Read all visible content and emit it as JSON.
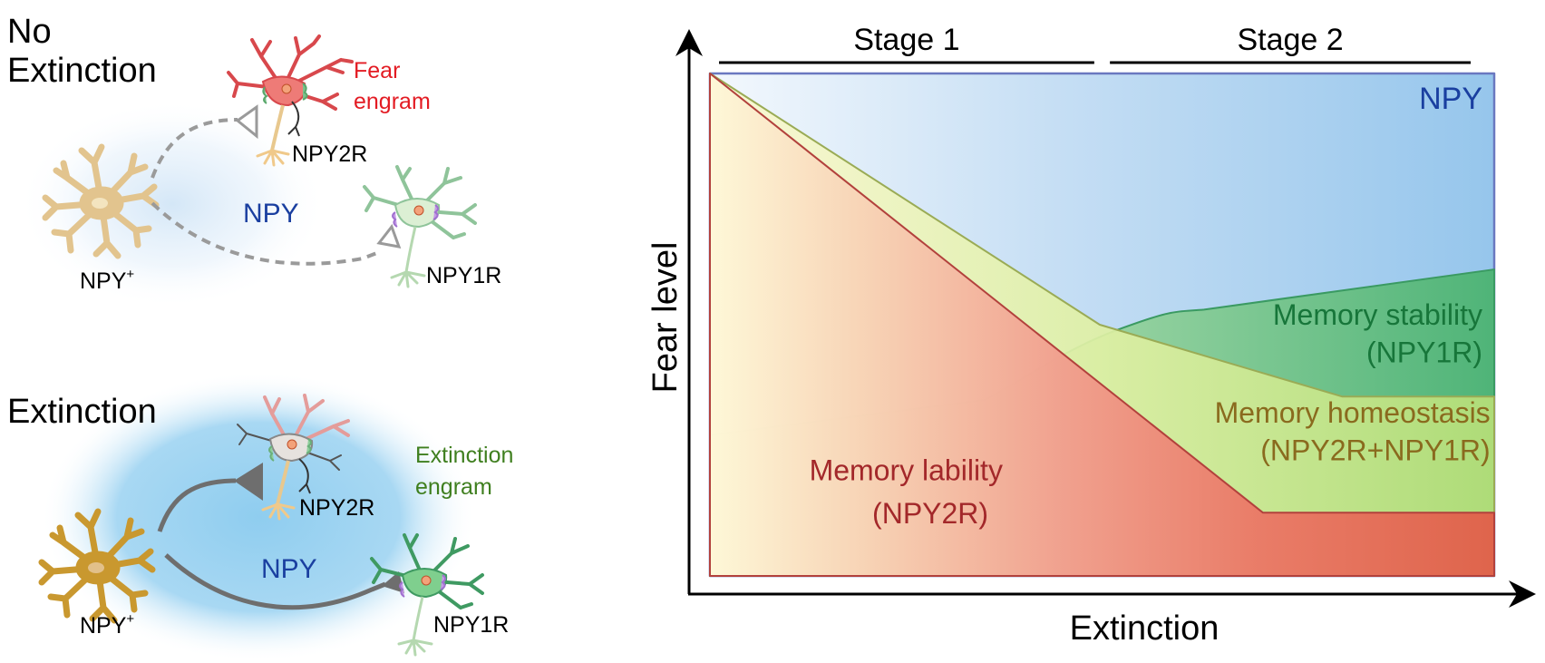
{
  "left_panel": {
    "top_scenario": {
      "title_line1": "No",
      "title_line2": "Extinction",
      "source_neuron_label": "NPY",
      "source_neuron_superscript": "+",
      "transmitter_label": "NPY",
      "target1_label": "NPY2R",
      "target1_annotation_line1": "Fear",
      "target1_annotation_line2": "engram",
      "target2_label": "NPY1R",
      "connection_style": "dashed"
    },
    "bottom_scenario": {
      "title": "Extinction",
      "source_neuron_label": "NPY",
      "source_neuron_superscript": "+",
      "transmitter_label": "NPY",
      "target1_label": "NPY2R",
      "target2_label": "NPY1R",
      "target2_annotation_line1": "Extinction",
      "target2_annotation_line2": "engram",
      "connection_style": "solid"
    }
  },
  "colors": {
    "fear_engram": "#e31b23",
    "extinction_engram": "#3f7f1f",
    "npy_text": "#1a3fa0",
    "npy_region": "#9ec9ee",
    "stability_region": "#4fb478",
    "stability_text": "#17763a",
    "homeostasis_region": "#b9e07a",
    "homeostasis_text": "#8a6a1e",
    "lability_region": "#e35a48",
    "lability_text": "#a3282a",
    "npy_plus_neuron_faded": "#e2c48e",
    "npy_plus_neuron": "#c9982f"
  },
  "chart_data": {
    "type": "area",
    "title": "",
    "xlabel": "Extinction",
    "ylabel": "Fear level",
    "x_range": [
      0,
      1
    ],
    "y_range": [
      0,
      1
    ],
    "stages": [
      {
        "label": "Stage 1",
        "x_start": 0.0,
        "x_end": 0.49
      },
      {
        "label": "Stage 2",
        "x_start": 0.51,
        "x_end": 0.97
      }
    ],
    "series": [
      {
        "name": "NPY",
        "label_lines": [
          "NPY"
        ],
        "upper_boundary": [
          [
            0,
            1.0
          ],
          [
            1,
            1.0
          ]
        ]
      },
      {
        "name": "Memory stability",
        "label_lines": [
          "Memory stability",
          "(NPY1R)"
        ],
        "upper_boundary": [
          [
            0,
            0.28
          ],
          [
            0.35,
            0.35
          ],
          [
            0.42,
            0.42
          ],
          [
            0.52,
            0.49
          ],
          [
            0.63,
            0.53
          ],
          [
            1,
            0.61
          ]
        ]
      },
      {
        "name": "Memory homeostasis",
        "label_lines": [
          "Memory homeostasis",
          "(NPY2R+NPY1R)"
        ],
        "upper_boundary": [
          [
            0,
            1.0
          ],
          [
            0.497,
            0.5
          ],
          [
            0.806,
            0.357
          ],
          [
            1,
            0.357
          ]
        ]
      },
      {
        "name": "Memory lability",
        "label_lines": [
          "Memory lability",
          "(NPY2R)"
        ],
        "upper_boundary": [
          [
            0,
            1.0
          ],
          [
            0.705,
            0.126
          ],
          [
            1,
            0.126
          ]
        ]
      }
    ],
    "grid": false,
    "legend": "none (labels inside regions)"
  }
}
